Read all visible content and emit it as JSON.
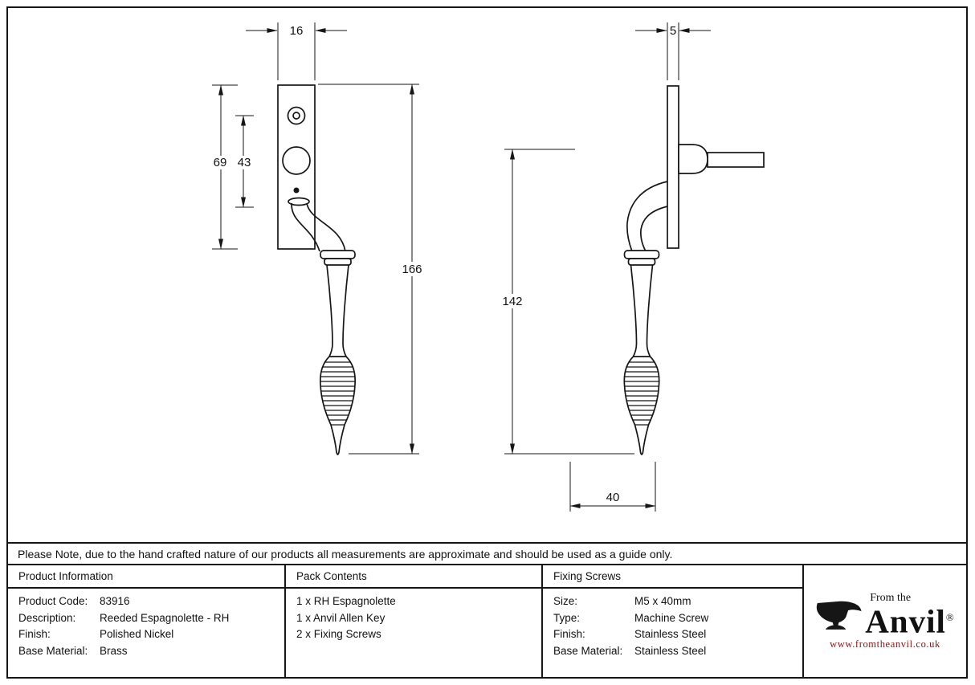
{
  "note": "Please Note, due to the hand crafted nature of our products all measurements are approximate and should be used as a guide only.",
  "drawing": {
    "front_view": {
      "plate_width": "16",
      "plate_height": "69",
      "handle_base_offset": "43",
      "overall_height": "166"
    },
    "side_view": {
      "plate_thickness": "5",
      "handle_height": "142",
      "handle_projection": "40"
    }
  },
  "table": {
    "product_info": {
      "header": "Product Information",
      "rows": [
        {
          "label": "Product Code:",
          "value": "83916"
        },
        {
          "label": "Description:",
          "value": "Reeded Espagnolette - RH"
        },
        {
          "label": "Finish:",
          "value": "Polished Nickel"
        },
        {
          "label": "Base Material:",
          "value": "Brass"
        }
      ]
    },
    "pack_contents": {
      "header": "Pack Contents",
      "items": [
        "1 x RH Espagnolette",
        "1 x Anvil Allen Key",
        "2 x Fixing Screws"
      ]
    },
    "fixing_screws": {
      "header": "Fixing Screws",
      "rows": [
        {
          "label": "Size:",
          "value": "M5 x 40mm"
        },
        {
          "label": "Type:",
          "value": "Machine Screw"
        },
        {
          "label": "Finish:",
          "value": "Stainless Steel"
        },
        {
          "label": "Base Material:",
          "value": "Stainless Steel"
        }
      ]
    }
  },
  "logo": {
    "tagline": "From the",
    "brand": "Anvil",
    "registered": "®",
    "website": "www.fromtheanvil.co.uk",
    "colors": {
      "website_text": "#8a1212",
      "ink": "#161616"
    }
  }
}
